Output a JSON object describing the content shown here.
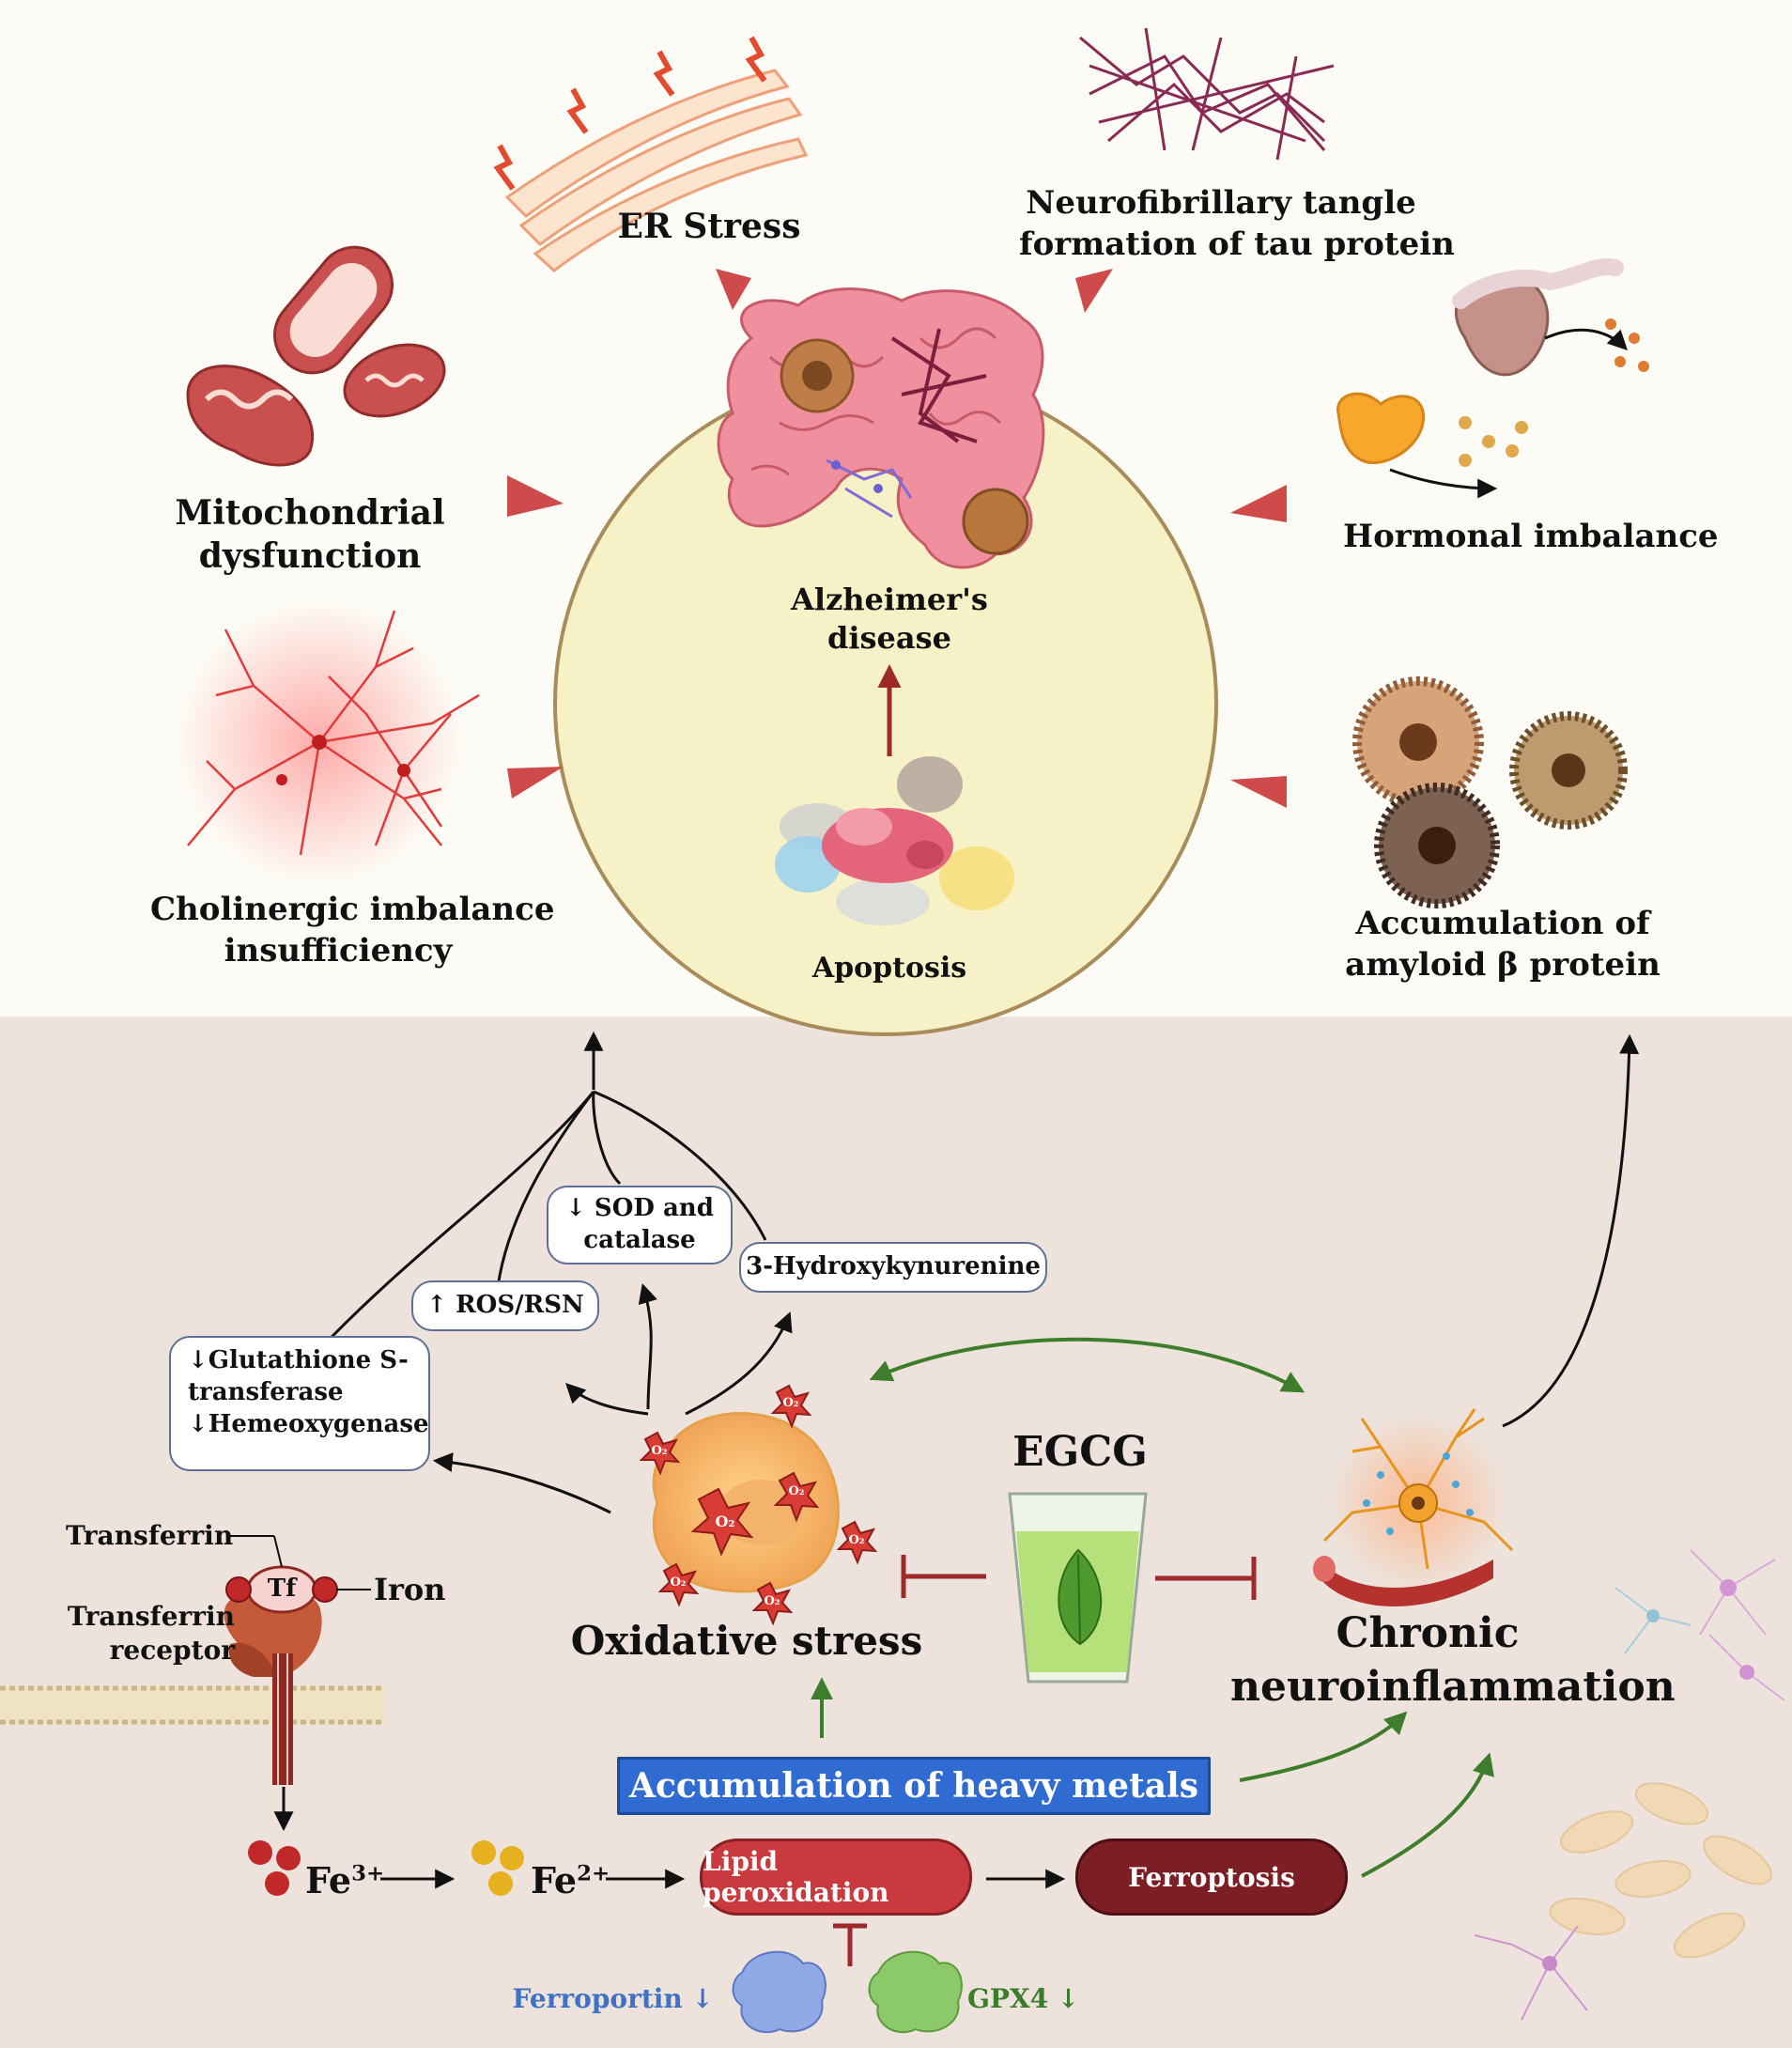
{
  "top": {
    "center": {
      "title": "Alzheimer's disease",
      "line1": "Alzheimer's",
      "line2": "disease",
      "apoptosis": "Apoptosis"
    },
    "causes": {
      "er_stress": "ER Stress",
      "tau_line1": "Neurofibrillary tangle",
      "tau_line2": "formation of tau protein",
      "mito_line1": "Mitochondrial",
      "mito_line2": "dysfunction",
      "hormonal": "Hormonal imbalance",
      "cholinergic_line1": "Cholinergic imbalance",
      "cholinergic_line2": "insufficiency",
      "amyloid_line1": "Accumulation of",
      "amyloid_line2": "amyloid β protein"
    }
  },
  "bottom": {
    "markers": {
      "sod_line1": "↓ SOD and",
      "sod_line2": "catalase",
      "hydroxy": "3-Hydroxykynurenine",
      "ros": "↑ ROS/RSN",
      "gst_line1": "↓Glutathione S-",
      "gst_line2": "transferase",
      "gst_line3": "↓Hemeoxygenase"
    },
    "egcg": "EGCG",
    "oxidative_stress": "Oxidative stress",
    "chronic_line1": "Chronic",
    "chronic_line2": "neuroinflammation",
    "heavy_metals": "Accumulation of heavy metals",
    "transferrin": "Transferrin",
    "transferrin_receptor_line1": "Transferrin",
    "transferrin_receptor_line2": "receptor",
    "tf": "Tf",
    "iron": "Iron",
    "fe": "Fe",
    "fe3_charge": "3+",
    "fe2_charge": "2+",
    "lipid_peroxidation": "Lipid peroxidation",
    "ferroptosis": "Ferroptosis",
    "ferroportin": "Ferroportin ↓",
    "gpx4": "GPX4 ↓",
    "o2_label": "O₂"
  },
  "colors": {
    "top_bg": "#fdfbf5",
    "bottom_bg": "#ede3dc",
    "circle_fill": "#f6f1c6",
    "circle_stroke": "#a88c5a",
    "cause_arrow": "#cf4a4a",
    "green_arrow": "#3d7d2b",
    "inhibit": "#9c2a2a",
    "heavy_metals": "#2f6bd1",
    "lipid": "#c9393e",
    "ferroptosis": "#7c1e23",
    "ferroportin_text": "#3e71c8",
    "gpx4_text": "#3b7d2a"
  },
  "icons": [
    "er-stress-icon",
    "tau-tangle-icon",
    "mitochondria-icon",
    "hormone-gland-icon",
    "neuron-network-icon",
    "amyloid-plaque-icon",
    "brain-icon",
    "apoptosis-cell-icon",
    "stressed-cell-icon",
    "egcg-tea-glass-icon",
    "inflamed-neuron-icon",
    "transferrin-receptor-icon",
    "ferroportin-protein-icon",
    "gpx4-protein-icon"
  ]
}
